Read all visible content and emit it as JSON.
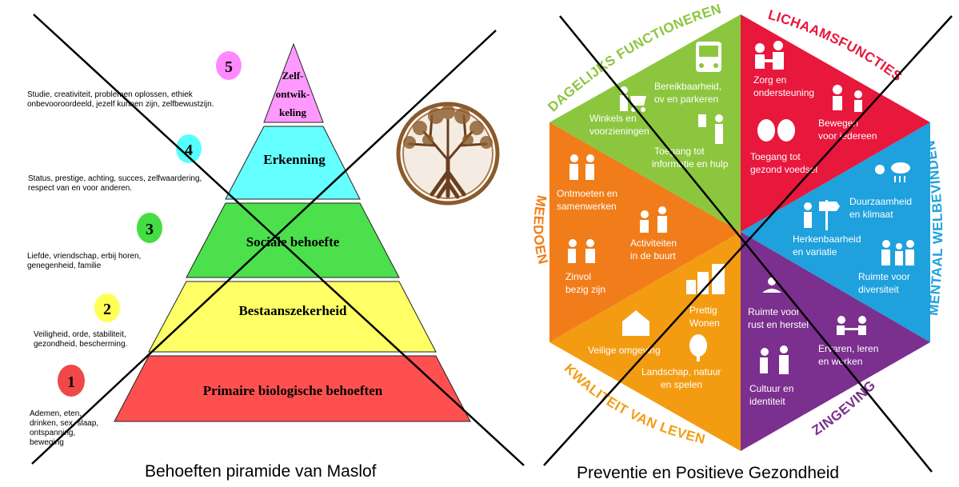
{
  "maslow": {
    "caption": "Behoeften piramide van Maslof",
    "levels": [
      {
        "number": "1",
        "title": "Primaire biologische behoeften",
        "color": "#ff5050",
        "badge": "#f04848",
        "desc": "Ademen, eten,\ndrinken, sex, slaap,\nontspanning,\nbeweging"
      },
      {
        "number": "2",
        "title": "Bestaanszekerheid",
        "color": "#ffff66",
        "badge": "#ffff55",
        "desc": "Veiligheid, orde, stabiliteit,\ngezondheid, bescherming."
      },
      {
        "number": "3",
        "title": "Sociale behoefte",
        "color": "#4ce04c",
        "badge": "#44dd44",
        "desc": "Liefde, vriendschap, erbij horen,\ngenegenheid, familie"
      },
      {
        "number": "4",
        "title": "Erkenning",
        "color": "#66ffff",
        "badge": "#55ffff",
        "desc": "Status, prestige, achting, succes, zelfwaardering,\nrespect van en voor anderen."
      },
      {
        "number": "5",
        "title_lines": [
          "Zelf-",
          "ontwik-",
          "keling"
        ],
        "color": "#ff99ff",
        "badge": "#ff88ff",
        "desc": "Studie, creativiteit, problemen oplossen, ethiek\nonbevooroordeeld, jezelf kunnen zijn, zelfbewustzijn."
      }
    ]
  },
  "positive_health": {
    "caption": "Preventie en Positieve Gezondheid",
    "sections": [
      {
        "name": "DAGELIJKS FUNCTIONEREN",
        "color": "#8cc63f"
      },
      {
        "name": "LICHAAMSFUNCTIES",
        "color": "#e8173c"
      },
      {
        "name": "MENTAAL WELBEVINDEN",
        "color": "#1ea1dd"
      },
      {
        "name": "ZINGEVING",
        "color": "#7b2f8e"
      },
      {
        "name": "KWALITEIT VAN LEVEN",
        "color": "#f39c12"
      },
      {
        "name": "MEEDOEN",
        "color": "#f07d1a"
      }
    ],
    "items": {
      "bereikbaarheid": "Bereikbaarheid,\nov en parkeren",
      "winkels": "Winkels en\nvoorzieningen",
      "toegang_info": "Toegang tot\ninformatie en hulp",
      "zorg": "Zorg en\nondersteuning",
      "bewegen": "Bewegen\nvoor iedereen",
      "toegang_voedsel": "Toegang tot\ngezond voedsel",
      "duurzaamheid": "Duurzaamheid\nen klimaat",
      "herkenbaarheid": "Herkenbaarheid\nen variatie",
      "ruimte_diversiteit": "Ruimte voor\ndiversiteit",
      "ruimte_rust": "Ruimte voor\nrust en herstel",
      "ervaren": "Ervaren, leren\nen werken",
      "cultuur": "Cultuur en\nidentiteit",
      "prettig": "Prettig\nWonen",
      "veilige": "Veilige omgeving",
      "landschap": "Landschap, natuur\nen spelen",
      "ontmoeten": "Ontmoeten en\nsamenwerken",
      "activiteiten": "Activiteiten\nin de buurt",
      "zinvol": "Zinvol\nbezig zijn"
    }
  }
}
